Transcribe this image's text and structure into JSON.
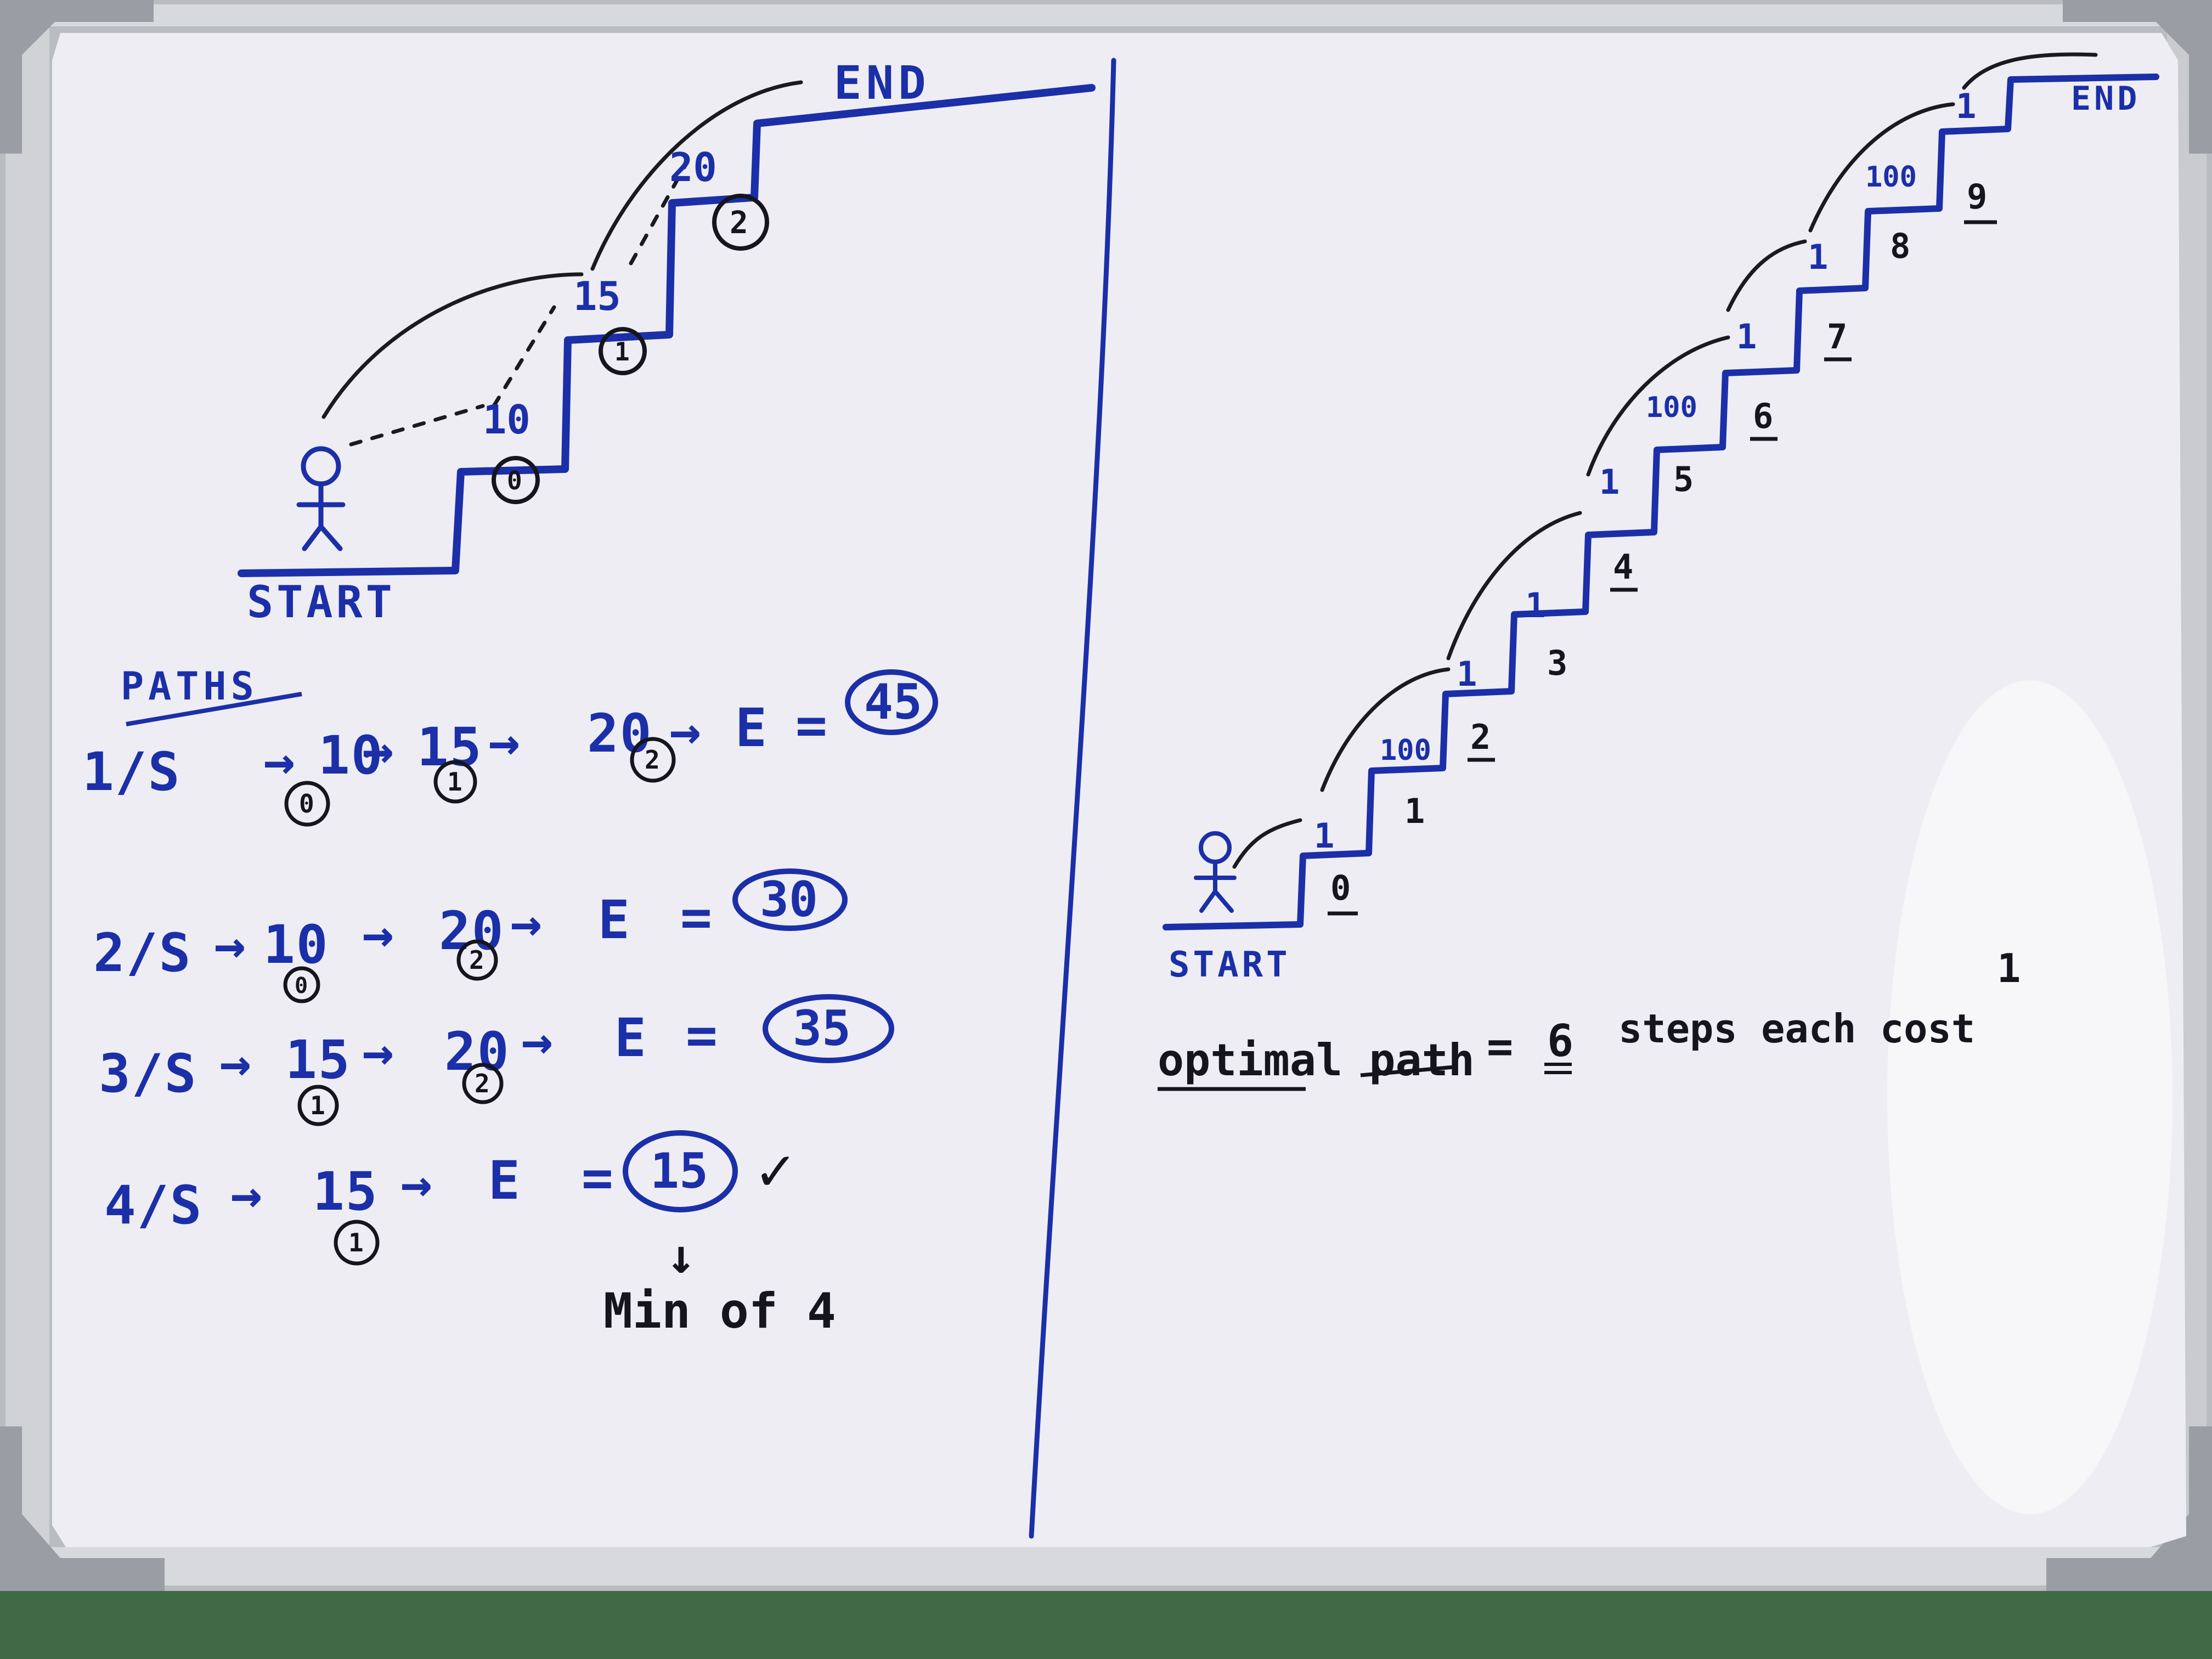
{
  "left": {
    "start_label": "START",
    "end_label": "END",
    "step_costs": [
      "10",
      "15",
      "20"
    ],
    "step_indices": [
      "0",
      "1",
      "2"
    ],
    "paths_title": "PATHS",
    "paths": [
      {
        "prefix": "1/S",
        "seq": [
          "10",
          "15",
          "20",
          "E"
        ],
        "indices": [
          "0",
          "1",
          "2"
        ],
        "eq": "=",
        "result": "45"
      },
      {
        "prefix": "2/S",
        "seq": [
          "10",
          "20",
          "E"
        ],
        "indices": [
          "0",
          "2"
        ],
        "eq": "=",
        "result": "30"
      },
      {
        "prefix": "3/S",
        "seq": [
          "15",
          "20",
          "E"
        ],
        "indices": [
          "1",
          "2"
        ],
        "eq": "=",
        "result": "35"
      },
      {
        "prefix": "4/S",
        "seq": [
          "15",
          "E"
        ],
        "indices": [
          "1"
        ],
        "eq": "=",
        "result": "15"
      }
    ],
    "check_mark": "✓",
    "down_arrow": "↓",
    "min_note": "Min of 4"
  },
  "right": {
    "start_label": "START",
    "end_label": "END",
    "step_costs": [
      "1",
      "100",
      "1",
      "1",
      "1",
      "100",
      "1",
      "1",
      "100",
      "1"
    ],
    "step_indices": [
      "0",
      "1",
      "2",
      "3",
      "4",
      "5",
      "6",
      "7",
      "8",
      "9"
    ],
    "optimal_word": "optimal path",
    "optimal_eq": "=",
    "optimal_num": "6",
    "optimal_rest": "steps each cost",
    "optimal_cost": "1"
  },
  "colors": {
    "board": "#eeedf3",
    "frame": "#c9cbcf",
    "marker_blue": "#1b2fa8",
    "marker_black": "#15151d"
  }
}
